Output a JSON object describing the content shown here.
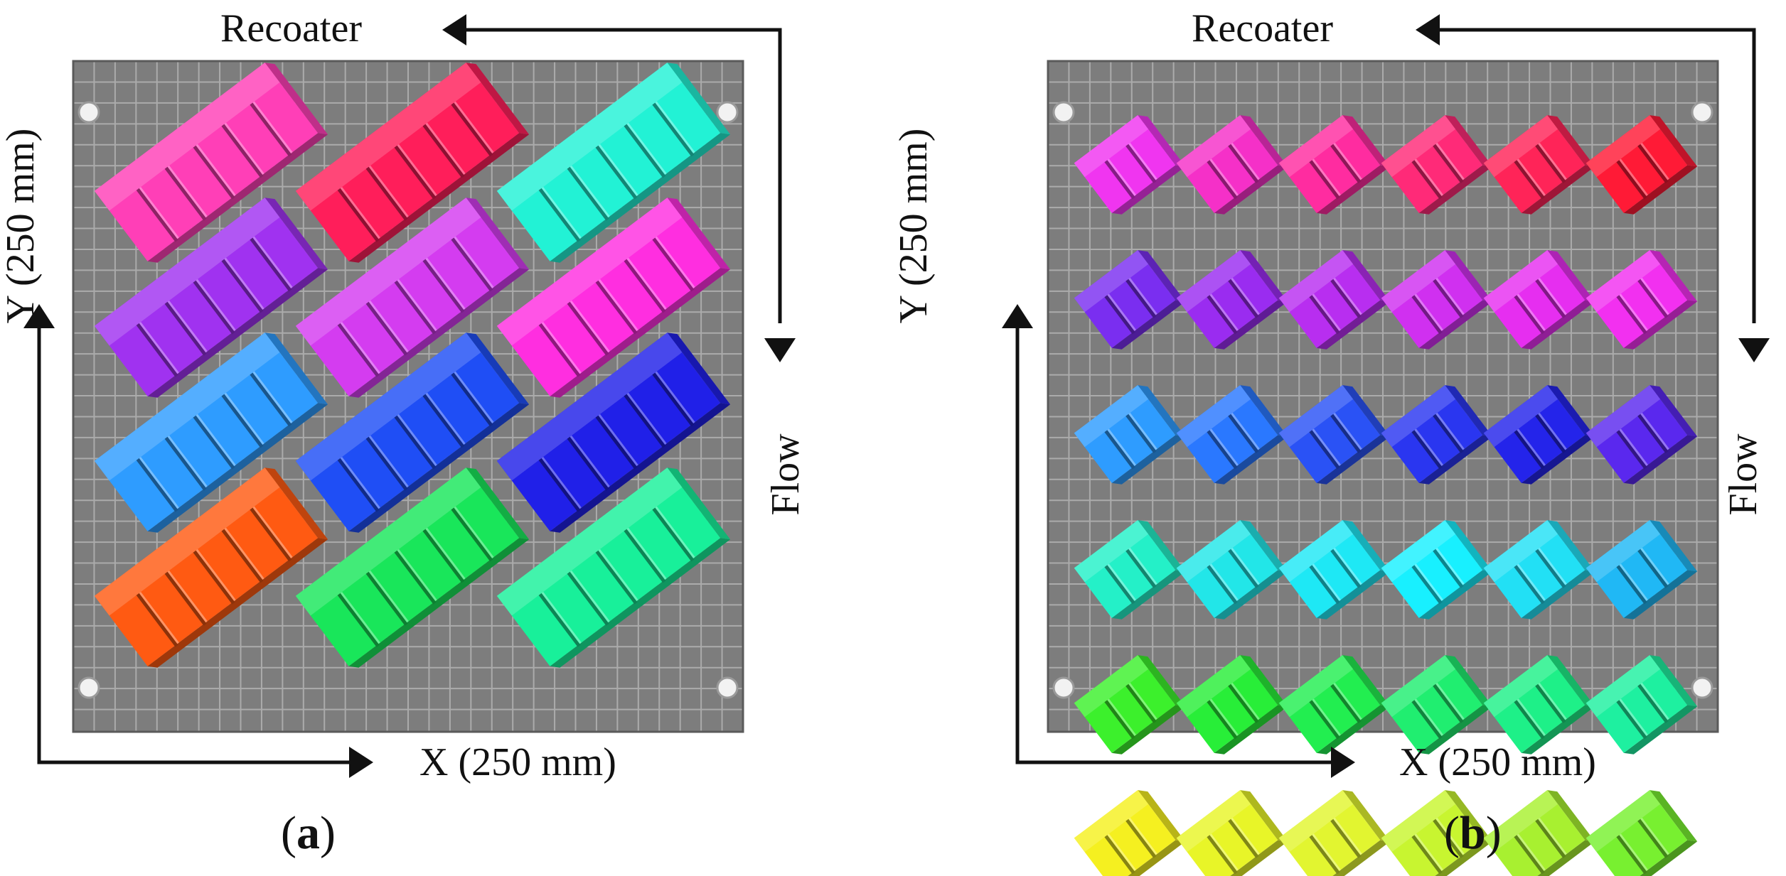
{
  "panels": [
    {
      "id": "a",
      "caption_open": "(",
      "caption_letter": "a",
      "caption_close": ")",
      "recoater_label": "Recoater",
      "flow_label": "Flow",
      "x_label": "X (250 mm)",
      "y_label": "Y (250 mm)",
      "plate_color": "#7d7d7d",
      "grid_color": "#b4b4b4",
      "part_rows": [
        [
          "#ff3fb7",
          "#ff1e5a",
          "#22f2d5"
        ],
        [
          "#a032f0",
          "#d43cf0",
          "#ff2ee0"
        ],
        [
          "#2e9cff",
          "#1f4ef5",
          "#2020e8"
        ],
        [
          "#ff5a12",
          "#19e65a",
          "#18f09a"
        ]
      ]
    },
    {
      "id": "b",
      "caption_open": "(",
      "caption_letter": "b",
      "caption_close": ")",
      "recoater_label": "Recoater",
      "flow_label": "Flow",
      "x_label": "X (250 mm)",
      "y_label": "Y (250 mm)",
      "plate_color": "#7d7d7d",
      "grid_color": "#b4b4b4",
      "part_rows": [
        [
          "#f035f0",
          "#f530c8",
          "#ff2ca0",
          "#ff2a78",
          "#ff2458",
          "#ff1a36"
        ],
        [
          "#7a2ef0",
          "#9a2cf0",
          "#b82ef0",
          "#d030f0",
          "#e62ef0",
          "#f230f0"
        ],
        [
          "#2e9cff",
          "#2a78ff",
          "#2a52f5",
          "#2a36f0",
          "#2424ea",
          "#5a28ee"
        ],
        [
          "#24f0c8",
          "#22e6e8",
          "#1ee8f5",
          "#18f0ff",
          "#22e0f5",
          "#20b8f5"
        ],
        [
          "#3cf02c",
          "#28ee38",
          "#22ee50",
          "#20ee70",
          "#1ef088",
          "#1ef0a0"
        ],
        [
          "#f5f020",
          "#e8f528",
          "#e2f530",
          "#c8f530",
          "#a8f030",
          "#78f030"
        ]
      ]
    }
  ]
}
